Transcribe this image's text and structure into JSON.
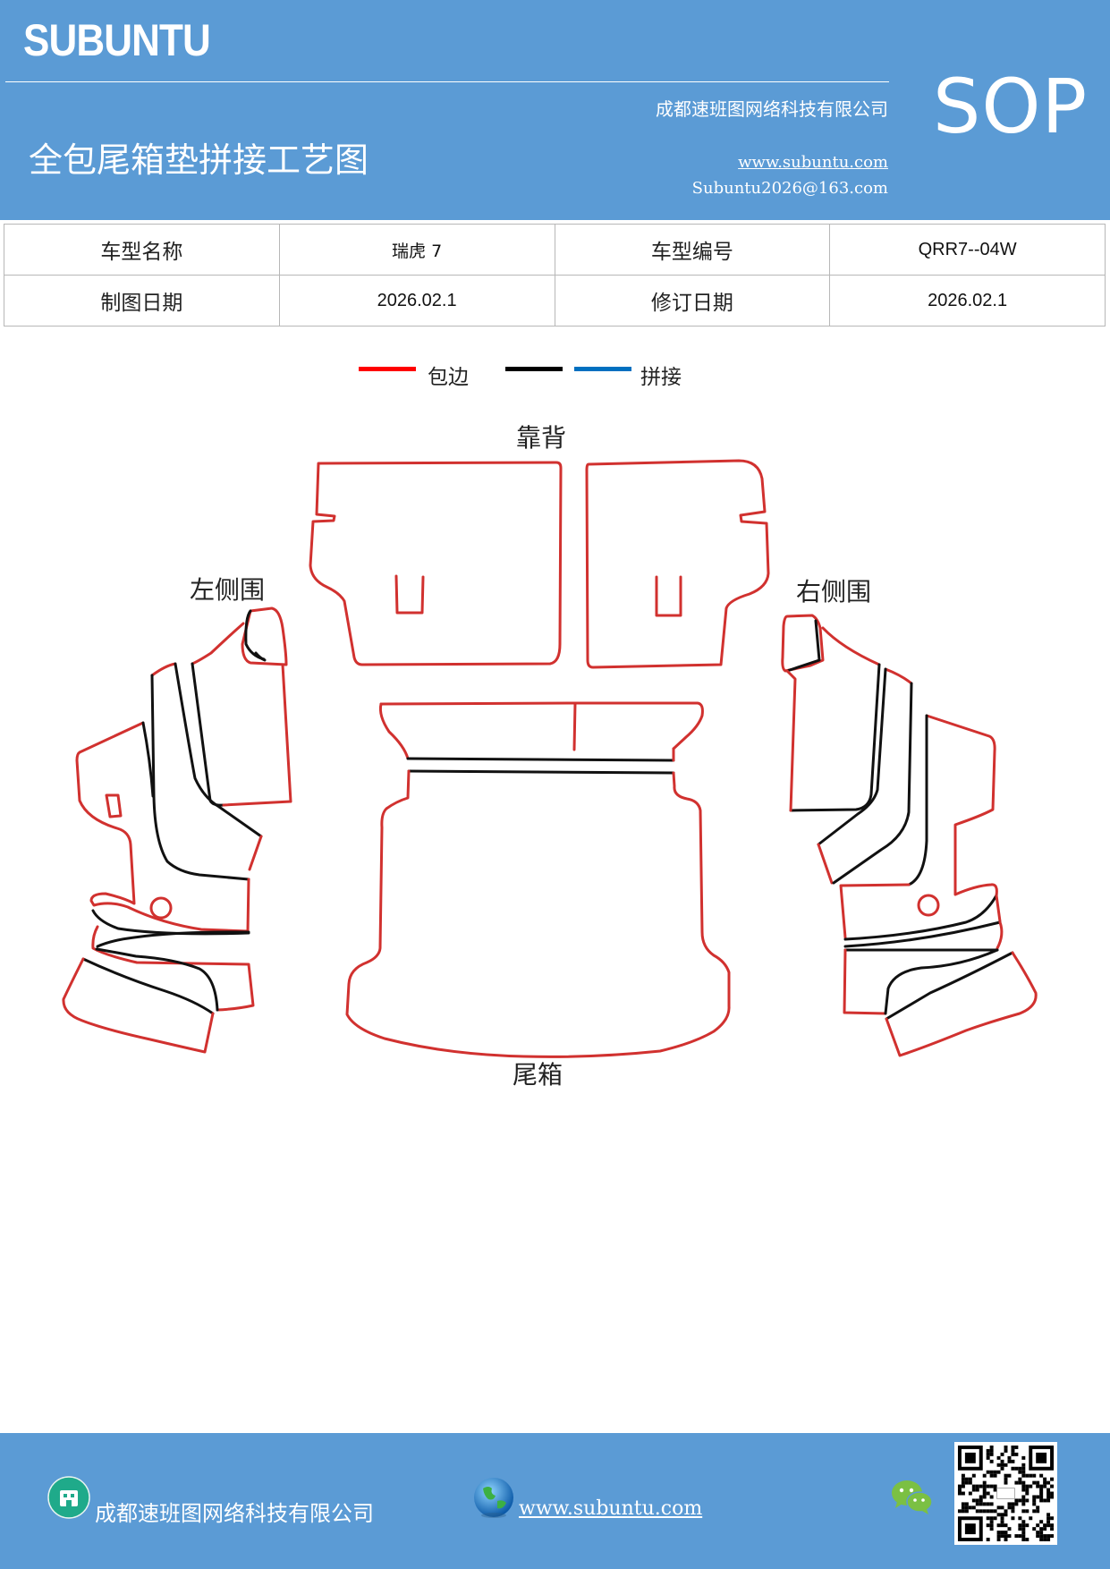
{
  "header": {
    "brand": "SUBUNTU",
    "company": "成都速班图网络科技有限公司",
    "sop": "SOP",
    "title": "全包尾箱垫拼接工艺图",
    "website": "www.subuntu.com",
    "email": "Subuntu2026@163.com"
  },
  "info_table": [
    [
      {
        "text": "车型名称",
        "kind": "label"
      },
      {
        "text": "瑞虎 7",
        "kind": "value"
      },
      {
        "text": "车型编号",
        "kind": "label"
      },
      {
        "text": "QRR7--04W",
        "kind": "value"
      }
    ],
    [
      {
        "text": "制图日期",
        "kind": "label"
      },
      {
        "text": "2026.02.1",
        "kind": "value"
      },
      {
        "text": "修订日期",
        "kind": "label"
      },
      {
        "text": "2026.02.1",
        "kind": "value"
      }
    ]
  ],
  "legend": {
    "items": [
      {
        "label": "包边",
        "color": "#ff0000"
      },
      {
        "label": "",
        "color": "#000000"
      },
      {
        "label": "拼接",
        "color": "#0070c0"
      }
    ]
  },
  "parts": {
    "backrest": "靠背",
    "left_side": "左侧围",
    "right_side": "右侧围",
    "trunk": "尾箱"
  },
  "colors": {
    "header_bg": "#5b9bd5",
    "edge": "#d1312f",
    "seam": "#111111"
  },
  "footer": {
    "company": "成都速班图网络科技有限公司",
    "website": "www.subuntu.com",
    "icons": [
      "building-icon",
      "globe-icon",
      "wechat-icon",
      "qr-code-icon"
    ]
  }
}
